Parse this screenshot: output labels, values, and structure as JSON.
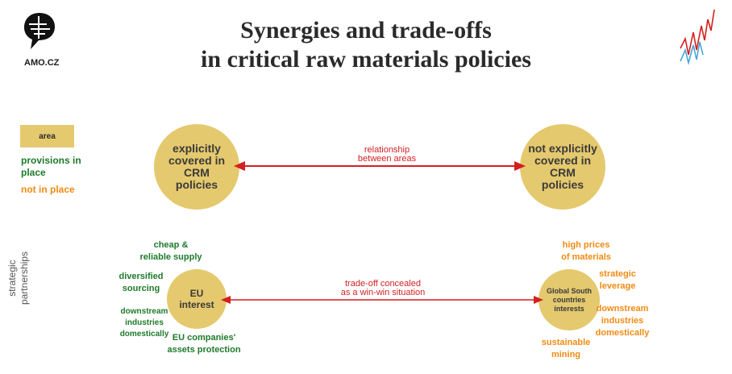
{
  "title": {
    "line1": "Synergies and trade-offs",
    "line2": "in critical raw materials policies"
  },
  "brand": {
    "name": "AMO.CZ"
  },
  "legend": {
    "area": "area",
    "provisions": "provisions in place",
    "not_in_place": "not in place"
  },
  "colors": {
    "area": "#e5c96e",
    "in_place": "#1e7a2a",
    "not_in_place": "#f28a12",
    "relationship": "#d41f1f"
  },
  "top_row": {
    "left_circle": "explicitly covered in CRM policies",
    "right_circle": "not explicitly covered in CRM policies",
    "relationship": {
      "line1": "relationship",
      "line2": "between areas"
    }
  },
  "partnerships": {
    "side_label": {
      "line1": "strategic",
      "line2": "partnerships"
    },
    "left_circle": {
      "line1": "EU",
      "line2": "interest"
    },
    "right_circle": {
      "line1": "Global South",
      "line2": "countries",
      "line3": "interests"
    },
    "relationship": {
      "line1": "trade-off concealed",
      "line2": "as a win-win situation"
    },
    "eu_items": {
      "cheap": {
        "line1": "cheap &",
        "line2": "reliable supply"
      },
      "diversified": {
        "line1": "diversified",
        "line2": "sourcing"
      },
      "downstream": {
        "line1": "downstream",
        "line2": "industries",
        "line3": "domestically"
      },
      "assets": {
        "line1": "EU companies'",
        "line2": "assets protection"
      }
    },
    "gs_items": {
      "prices": {
        "line1": "high prices",
        "line2": "of materials"
      },
      "leverage": {
        "line1": "strategic",
        "line2": "leverage"
      },
      "downstream": {
        "line1": "downstream",
        "line2": "industries",
        "line3": "domestically"
      },
      "mining": {
        "line1": "sustainable",
        "line2": "mining"
      }
    }
  },
  "icons": {
    "logo": "speech-bubble-brain-icon",
    "chart": "zigzag-chart-icon"
  }
}
